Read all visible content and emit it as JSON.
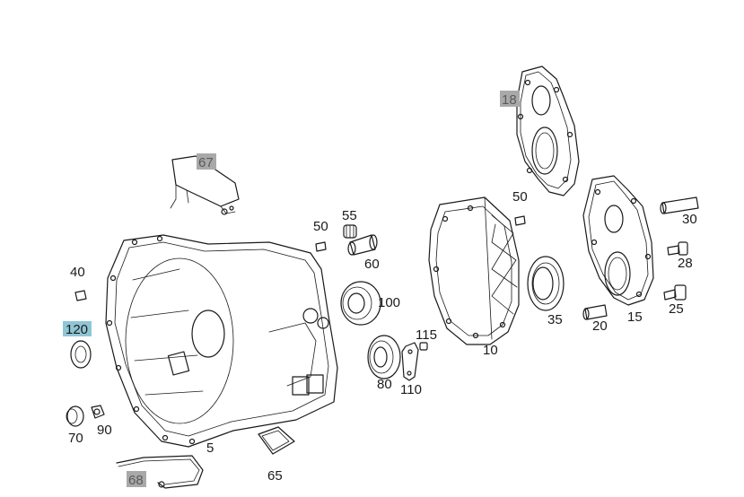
{
  "callouts": [
    {
      "id": "c18",
      "label": "18",
      "highlight": "grey"
    },
    {
      "id": "c50a",
      "label": "50",
      "highlight": "none"
    },
    {
      "id": "c30",
      "label": "30",
      "highlight": "none"
    },
    {
      "id": "c67",
      "label": "67",
      "highlight": "grey"
    },
    {
      "id": "c50b",
      "label": "50",
      "highlight": "none"
    },
    {
      "id": "c55",
      "label": "55",
      "highlight": "none"
    },
    {
      "id": "c60",
      "label": "60",
      "highlight": "none"
    },
    {
      "id": "c28",
      "label": "28",
      "highlight": "none"
    },
    {
      "id": "c40",
      "label": "40",
      "highlight": "none"
    },
    {
      "id": "c100",
      "label": "100",
      "highlight": "none"
    },
    {
      "id": "c25",
      "label": "25",
      "highlight": "none"
    },
    {
      "id": "c35",
      "label": "35",
      "highlight": "none"
    },
    {
      "id": "c20",
      "label": "20",
      "highlight": "none"
    },
    {
      "id": "c15",
      "label": "15",
      "highlight": "none"
    },
    {
      "id": "c120",
      "label": "120",
      "highlight": "blue"
    },
    {
      "id": "c115",
      "label": "115",
      "highlight": "none"
    },
    {
      "id": "c10",
      "label": "10",
      "highlight": "none"
    },
    {
      "id": "c80",
      "label": "80",
      "highlight": "none"
    },
    {
      "id": "c110",
      "label": "110",
      "highlight": "none"
    },
    {
      "id": "c70",
      "label": "70",
      "highlight": "none"
    },
    {
      "id": "c90",
      "label": "90",
      "highlight": "none"
    },
    {
      "id": "c5",
      "label": "5",
      "highlight": "none"
    },
    {
      "id": "c65",
      "label": "65",
      "highlight": "none"
    },
    {
      "id": "c68",
      "label": "68",
      "highlight": "grey"
    }
  ],
  "colors": {
    "line": "#1a1a1a",
    "highlight_grey": "#a9a9a9",
    "highlight_blue": "#8fc6d6",
    "background": "#ffffff"
  }
}
